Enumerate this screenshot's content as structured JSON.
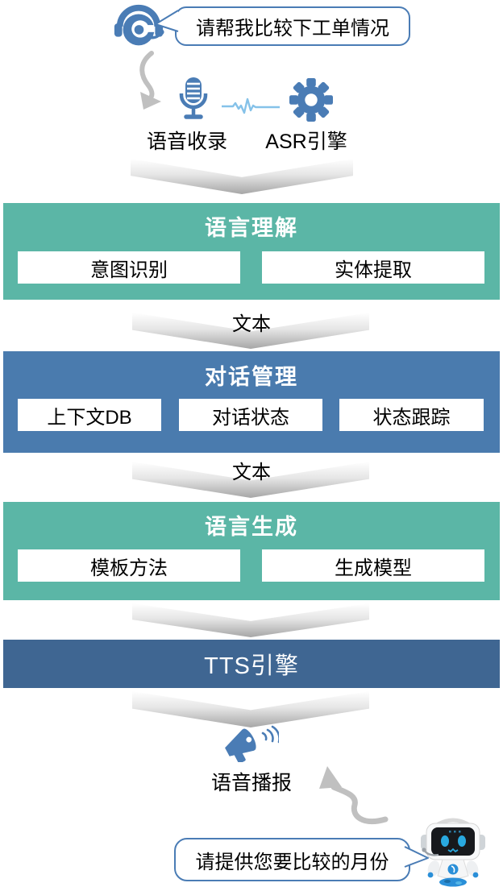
{
  "colors": {
    "green": "#5bb6a6",
    "blue": "#4a7bae",
    "tts_blue": "#3f6692",
    "icon_blue": "#4a7cb5",
    "wave_blue": "#85c2e9",
    "arrow_gray": "#c0c0c0",
    "bubble_border": "#4a7cb5"
  },
  "user_bubble": {
    "text": "请帮我比较下工单情况"
  },
  "input_stage": {
    "voice_capture_label": "语音收录",
    "asr_label": "ASR引擎"
  },
  "nlu_block": {
    "title": "语言理解",
    "items": [
      "意图识别",
      "实体提取"
    ]
  },
  "flow_labels": {
    "text_1": "文本",
    "text_2": "文本"
  },
  "dm_block": {
    "title": "对话管理",
    "items": [
      "上下文DB",
      "对话状态",
      "状态跟踪"
    ]
  },
  "nlg_block": {
    "title": "语言生成",
    "items": [
      "模板方法",
      "生成模型"
    ]
  },
  "tts_block": {
    "title": "TTS引擎"
  },
  "output_stage": {
    "broadcast_label": "语音播报"
  },
  "bot_bubble": {
    "text": "请提供您要比较的月份"
  },
  "icons": {
    "headset": "headset-operator-icon",
    "microphone": "microphone-icon",
    "waveform": "audio-waveform-icon",
    "gear": "gear-icon",
    "megaphone": "megaphone-icon",
    "robot": "robot-icon",
    "arrow_down": "curved-arrow-down-icon",
    "arrow_up": "curved-arrow-up-icon"
  }
}
